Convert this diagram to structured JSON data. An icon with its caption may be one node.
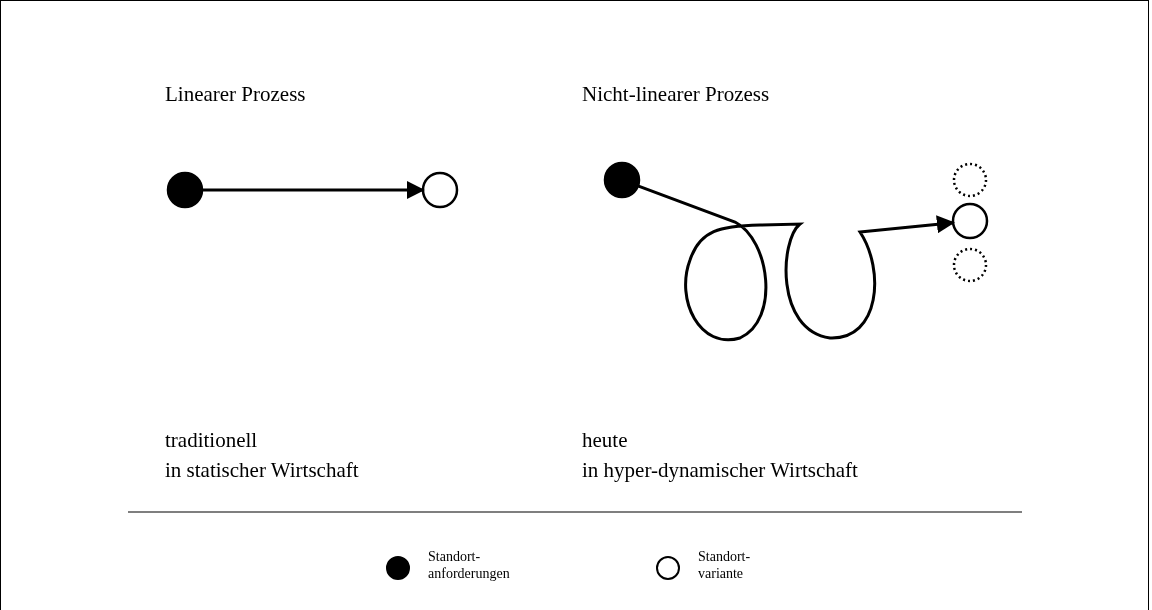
{
  "diagram": {
    "nodes": [
      {
        "text": [],
        "shape": "circle"
      },
      {
        "text": [],
        "shape": "circle"
      },
      {
        "text": [],
        "shape": "circle"
      },
      {
        "text": [],
        "shape": "circle"
      },
      {
        "text": [],
        "shape": "circle"
      },
      {
        "text": [],
        "shape": "circle"
      }
    ],
    "edges": [
      {
        "from": 0,
        "to": 1,
        "arrow": "to"
      },
      {
        "from": 2,
        "to": 4,
        "arrow": "to"
      }
    ],
    "labels": [
      "Linearer Prozess",
      "Nicht-linearer Prozess",
      "traditionell",
      "in statischer Wirtschaft",
      "heute",
      "in hyper-dynamischer Wirtschaft"
    ],
    "legend": [
      {
        "text": "Standort- anforderungen",
        "color": "#000000"
      },
      {
        "text": "Standort- variante",
        "color": "#ffffff"
      }
    ]
  }
}
